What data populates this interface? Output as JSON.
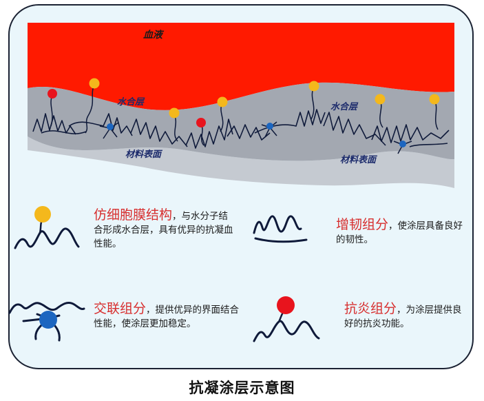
{
  "diagram": {
    "labels": {
      "blood": "血液",
      "water_layer": "水合层",
      "material_surface": "材料表面"
    }
  },
  "legend": {
    "biomimetic": {
      "title": "仿细胞膜结构",
      "text": "，与水分子结合形成水合层，具有优异的抗凝血性能。"
    },
    "toughening": {
      "title": "增韧组分",
      "text": "，使涂层具备良好的韧性。"
    },
    "crosslink": {
      "title": "交联组分",
      "text": "，提供优异的界面结合性能，使涂层更加稳定。"
    },
    "antiinflammatory": {
      "title": "抗炎组分",
      "text": "，为涂层提供良好的抗炎功能。"
    }
  },
  "caption": "抗凝涂层示意图",
  "colors": {
    "blood": "#ff1a00",
    "water": "#a3a8b1",
    "material": "#c5cad1",
    "chain": "#0f1a3a",
    "red_bead": "#e8141d",
    "yellow_bead": "#f4b81c",
    "blue_bead": "#1c66c0",
    "title_red": "#d72e2e"
  }
}
